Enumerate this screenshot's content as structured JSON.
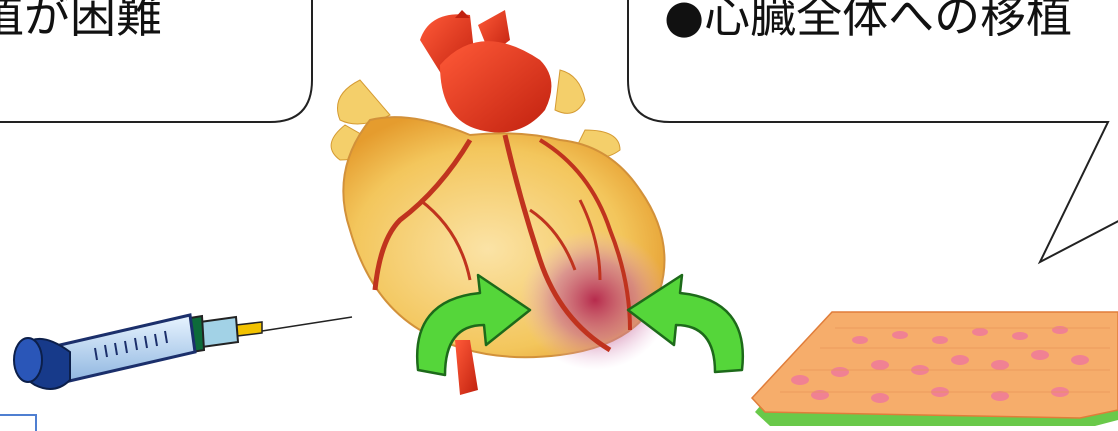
{
  "callouts": {
    "left_text": "植が困難",
    "right_text": "●心臓全体への移植"
  },
  "icons": {
    "heart": "heart-illustration",
    "syringe": "syringe-icon",
    "cell_sheet": "cell-sheet-illustration",
    "arrows": "curved-arrow-icon"
  },
  "colors": {
    "arrow_fill": "#55d63a",
    "arrow_stroke": "#1d6a1a",
    "heart_red": "#e0331f",
    "heart_yellow": "#f3c75e",
    "sheet_orange": "#f6ad6b",
    "sheet_green": "#69c94a",
    "bubble_stroke": "#222222"
  }
}
